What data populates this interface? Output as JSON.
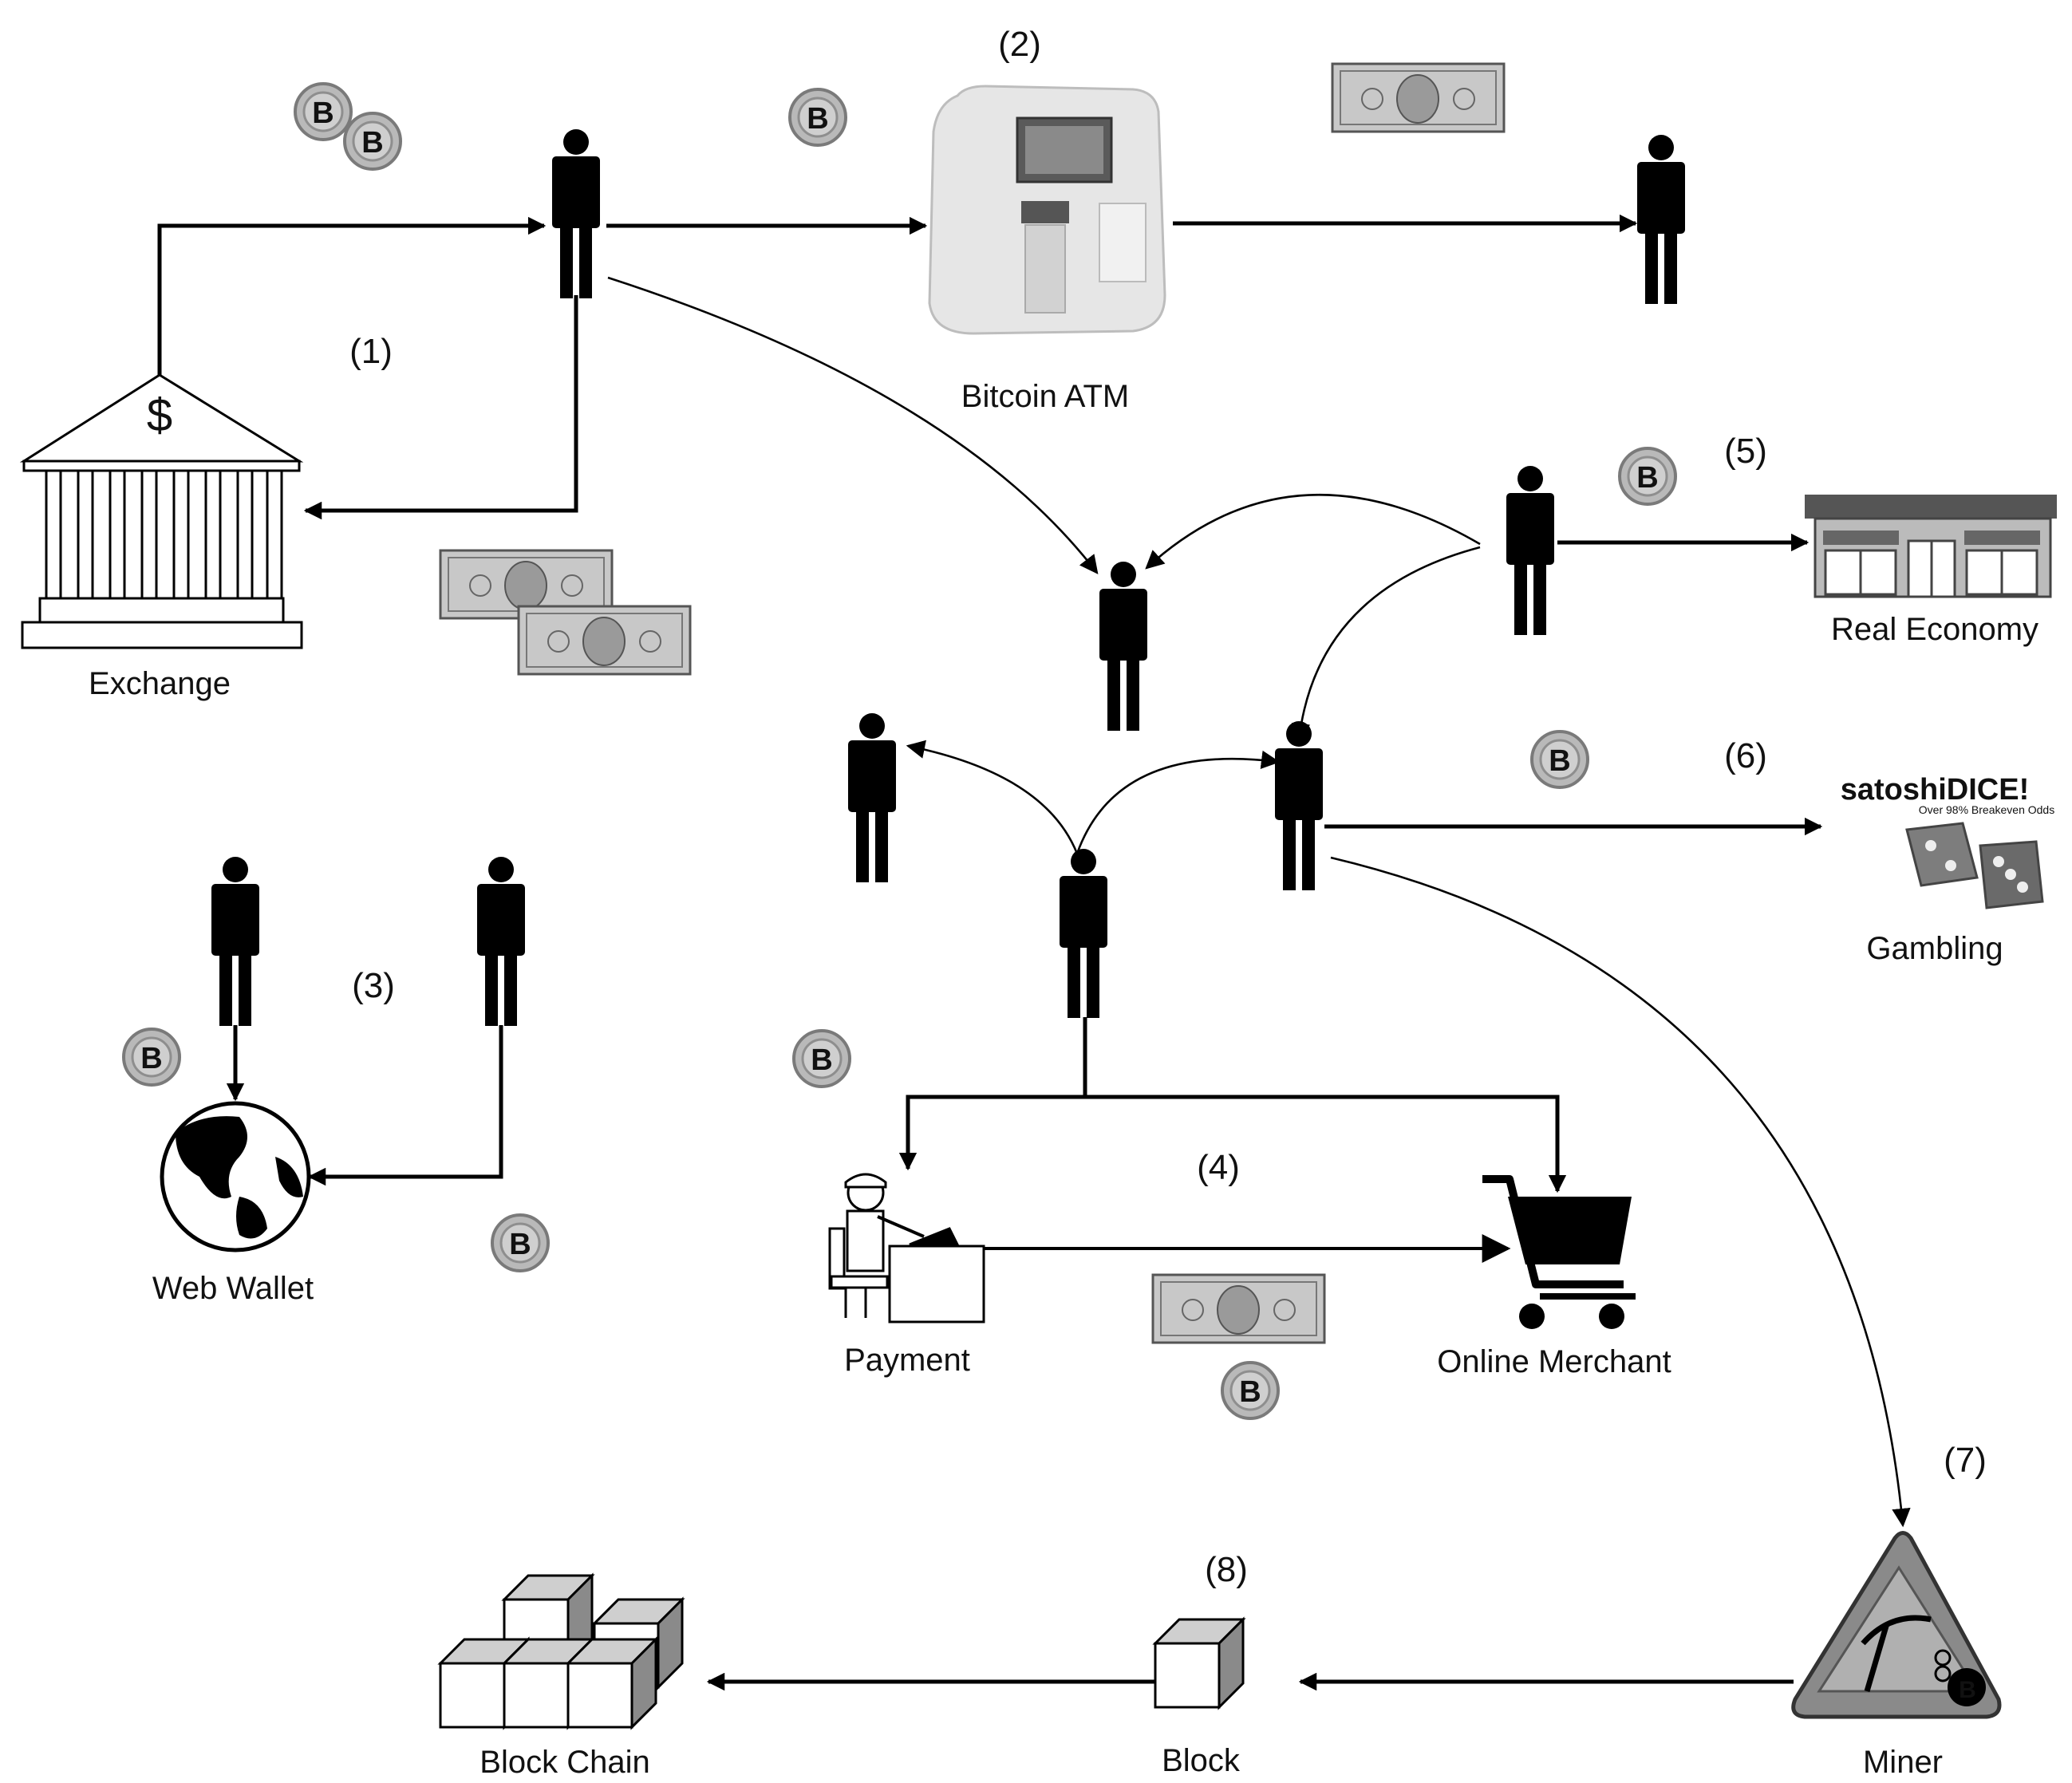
{
  "labels": {
    "exchange": "Exchange",
    "bitcoin_atm": "Bitcoin ATM",
    "web_wallet": "Web Wallet",
    "payment": "Payment",
    "online_merchant": "Online Merchant",
    "real_economy": "Real Economy",
    "gambling": "Gambling",
    "miner": "Miner",
    "block": "Block",
    "block_chain": "Block Chain"
  },
  "steps": [
    "(1)",
    "(2)",
    "(3)",
    "(4)",
    "(5)",
    "(6)",
    "(7)",
    "(8)"
  ],
  "logos": {
    "exchange_symbol": "$",
    "coin_symbol": "B",
    "satoshidice_title": "satoshiDICE!",
    "satoshidice_tagline": "Over 98% Breakeven Odds"
  },
  "colors": {
    "ink": "#000000",
    "coin_fill": "#b9b9b9",
    "coin_edge": "#7a7a7a",
    "bill_fill": "#c8c8c8",
    "store_roof": "#555555",
    "miner_fill": "#8a8a8a"
  }
}
